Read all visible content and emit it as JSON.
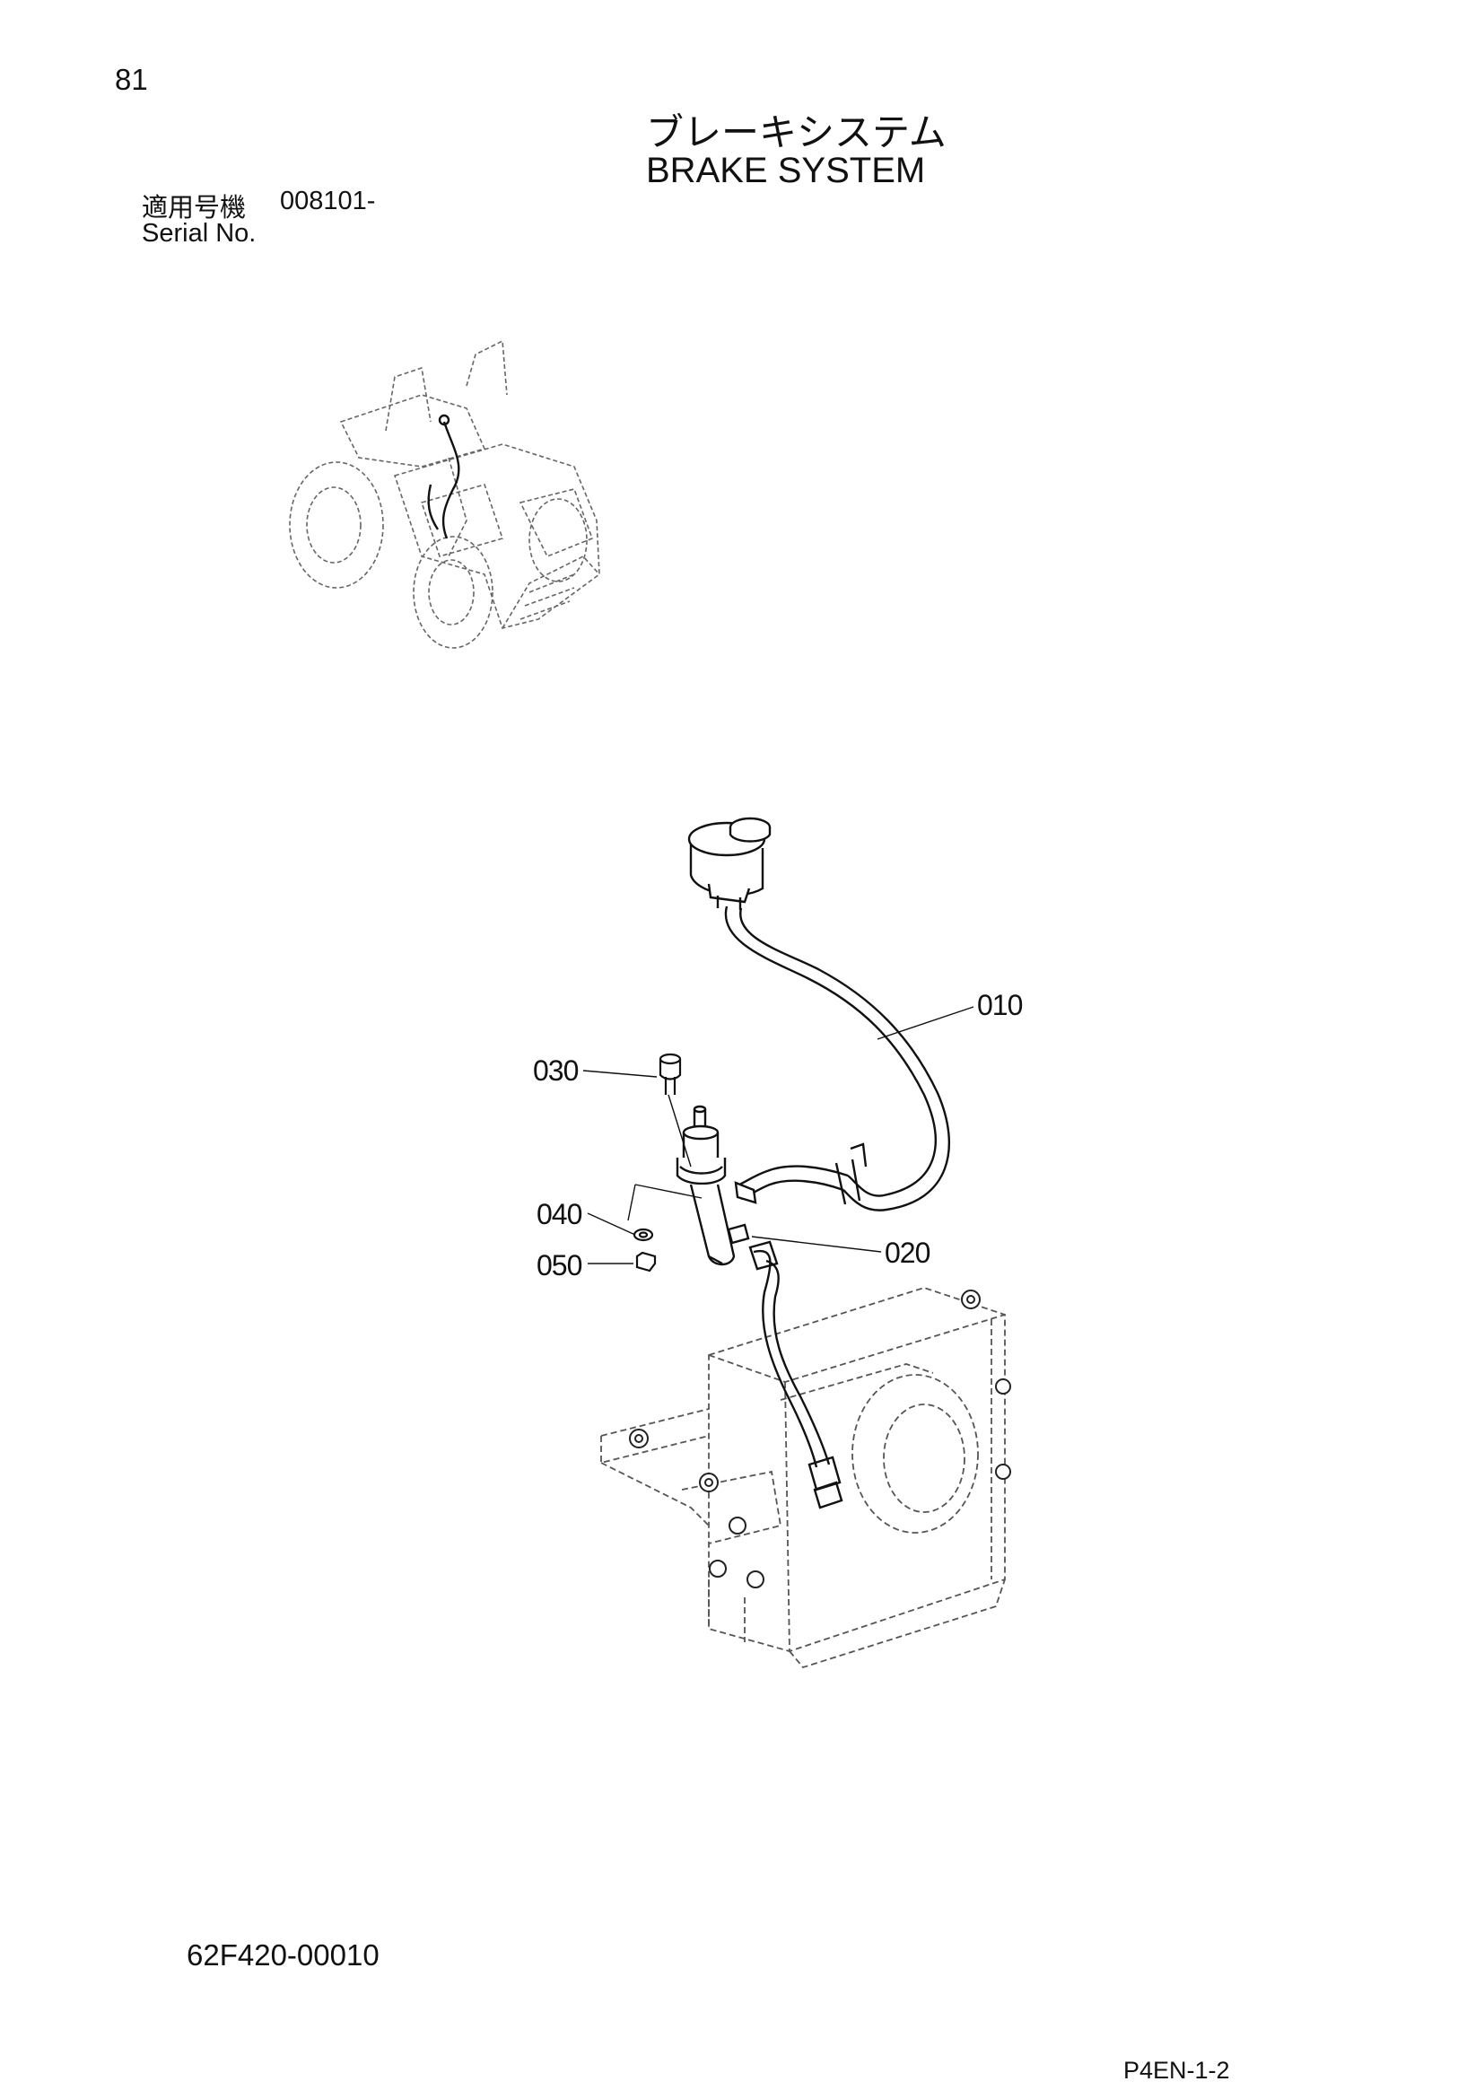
{
  "header": {
    "page_number": "81",
    "title_jp": "ブレーキシステム",
    "title_en": "BRAKE SYSTEM",
    "serial_label_jp": "適用号機",
    "serial_value": "008101-",
    "serial_label_en": "Serial No."
  },
  "parts": [
    {
      "id": "010"
    },
    {
      "id": "020"
    },
    {
      "id": "030"
    },
    {
      "id": "040"
    },
    {
      "id": "050"
    }
  ],
  "footer": {
    "drawing_number": "62F420-00010",
    "page_code": "P4EN-1-2"
  }
}
